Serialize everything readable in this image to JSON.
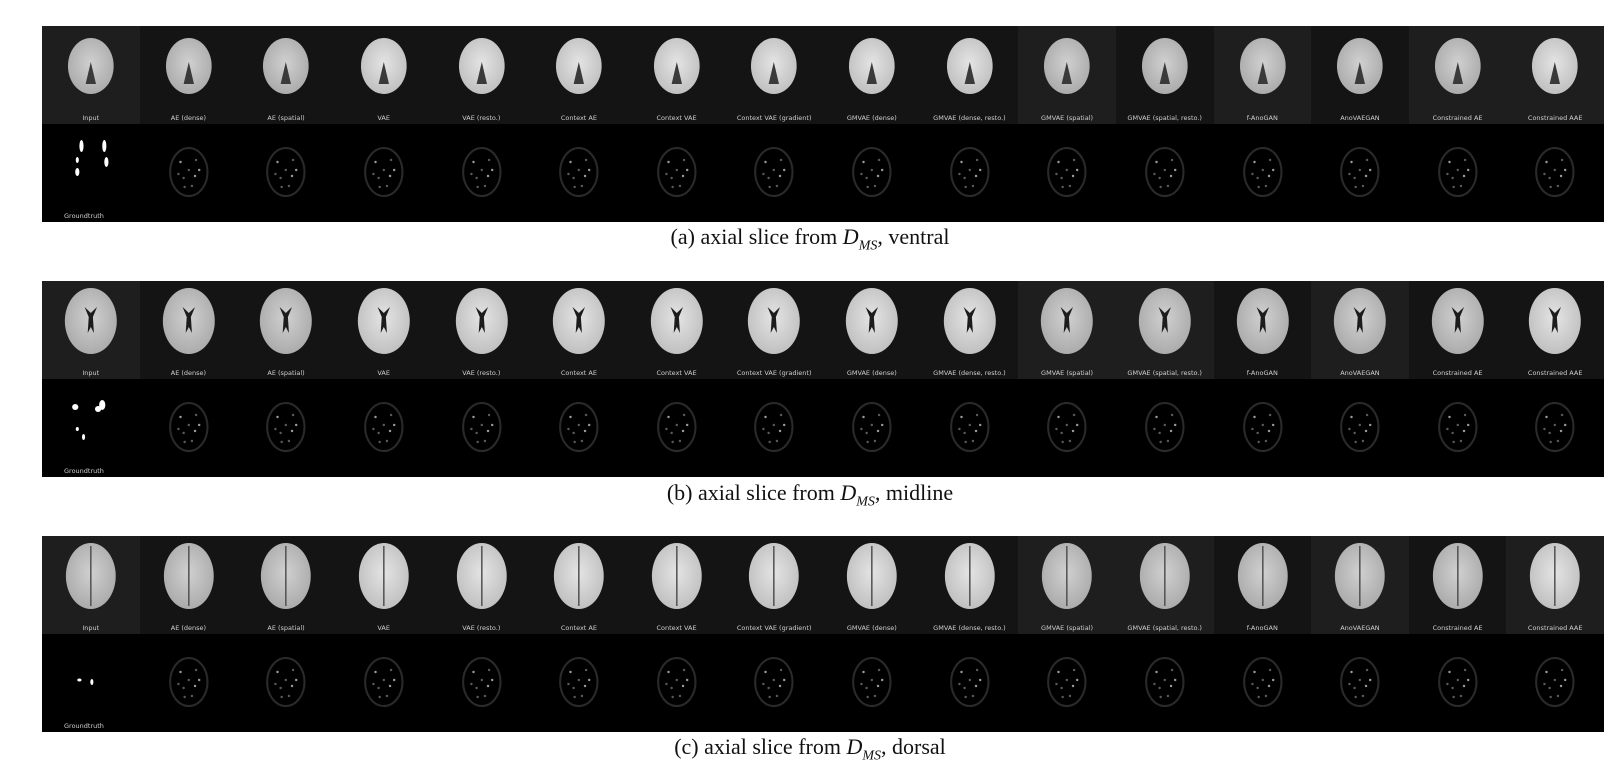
{
  "method_labels": [
    "Input",
    "AE (dense)",
    "AE (spatial)",
    "VAE",
    "VAE (resto.)",
    "Context AE",
    "Context VAE",
    "Context VAE (gradient)",
    "GMVAE (dense)",
    "GMVAE (dense, resto.)",
    "GMVAE (spatial)",
    "GMVAE (spatial, resto.)",
    "f-AnoGAN",
    "AnoVAEGAN",
    "Constrained AE",
    "Constrained AAE"
  ],
  "groundtruth_label": "Groundtruth",
  "panels": [
    {
      "id": "a",
      "caption_prefix": "(a) axial slice from ",
      "caption_math": "D",
      "caption_sub": "MS",
      "caption_suffix": ", ventral",
      "slice": "ventral",
      "lighter_cells": [
        0,
        10,
        12,
        14,
        15
      ]
    },
    {
      "id": "b",
      "caption_prefix": "(b) axial slice from ",
      "caption_math": "D",
      "caption_sub": "MS",
      "caption_suffix": ", midline",
      "slice": "midline",
      "lighter_cells": [
        0,
        10,
        11,
        13
      ]
    },
    {
      "id": "c",
      "caption_prefix": "(c) axial slice from ",
      "caption_math": "D",
      "caption_sub": "MS",
      "caption_suffix": ", dorsal",
      "slice": "dorsal",
      "lighter_cells": [
        0,
        10,
        11,
        13,
        15
      ]
    }
  ],
  "colors": {
    "panel_bg": "#000000",
    "label": "#cfcfcf",
    "caption": "#111111"
  }
}
